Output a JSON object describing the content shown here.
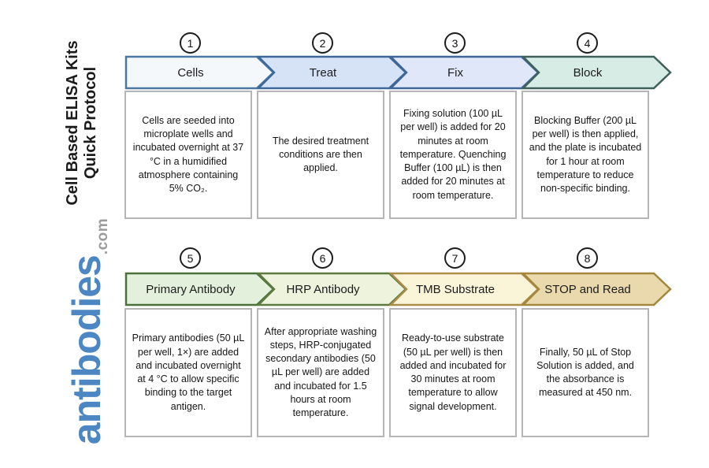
{
  "sidebar": {
    "title_line1": "Cell Based ELISA Kits",
    "title_line2": "Quick Protocol",
    "logo_text": "antibodies",
    "logo_suffix": ".com",
    "logo_color": "#4c87c3",
    "logo_suffix_color": "#9b9b9b"
  },
  "steps": [
    {
      "number": "1",
      "label": "Cells",
      "description": "Cells are seeded into microplate wells and incubated overnight at 37 °C in a humidified atmosphere containing 5% CO₂.",
      "fill": "#f4f8fb",
      "stroke": "#4b78a3"
    },
    {
      "number": "2",
      "label": "Treat",
      "description": "The desired treatment conditions are then applied.",
      "fill": "#d6e3f6",
      "stroke": "#3e689a"
    },
    {
      "number": "3",
      "label": "Fix",
      "description": "Fixing solution (100 µL per well) is added for 20 minutes at room temperature. Quenching Buffer (100 µL) is then added for 20 minutes at room temperature.",
      "fill": "#e0e7f8",
      "stroke": "#3e689a"
    },
    {
      "number": "4",
      "label": "Block",
      "description": "Blocking Buffer (200 µL per well) is then applied, and the plate is incubated for 1 hour at room temperature to reduce non-specific binding.",
      "fill": "#d6ece4",
      "stroke": "#40615a"
    },
    {
      "number": "5",
      "label": "Primary Antibody",
      "description": "Primary antibodies (50 µL per well, 1×) are added and incubated overnight at 4 °C to allow specific binding to the target antigen.",
      "fill": "#e3f1dc",
      "stroke": "#4a713a"
    },
    {
      "number": "6",
      "label": "HRP Antibody",
      "description": "After appropriate washing steps, HRP-conjugated secondary antibodies (50 µL per well) are added and incubated for 1.5 hours at room temperature.",
      "fill": "#edf3dc",
      "stroke": "#5e7b3f"
    },
    {
      "number": "7",
      "label": "TMB Substrate",
      "description": "Ready-to-use substrate (50 µL per well) is then added and incubated for 30 minutes at room temperature to allow signal development.",
      "fill": "#faf4d8",
      "stroke": "#ab8d49"
    },
    {
      "number": "8",
      "label": "STOP and Read",
      "description": "Finally, 50 µL of Stop Solution is added, and the absorbance is measured at 450 nm.",
      "fill": "#e9d9ac",
      "stroke": "#a3873d"
    }
  ]
}
